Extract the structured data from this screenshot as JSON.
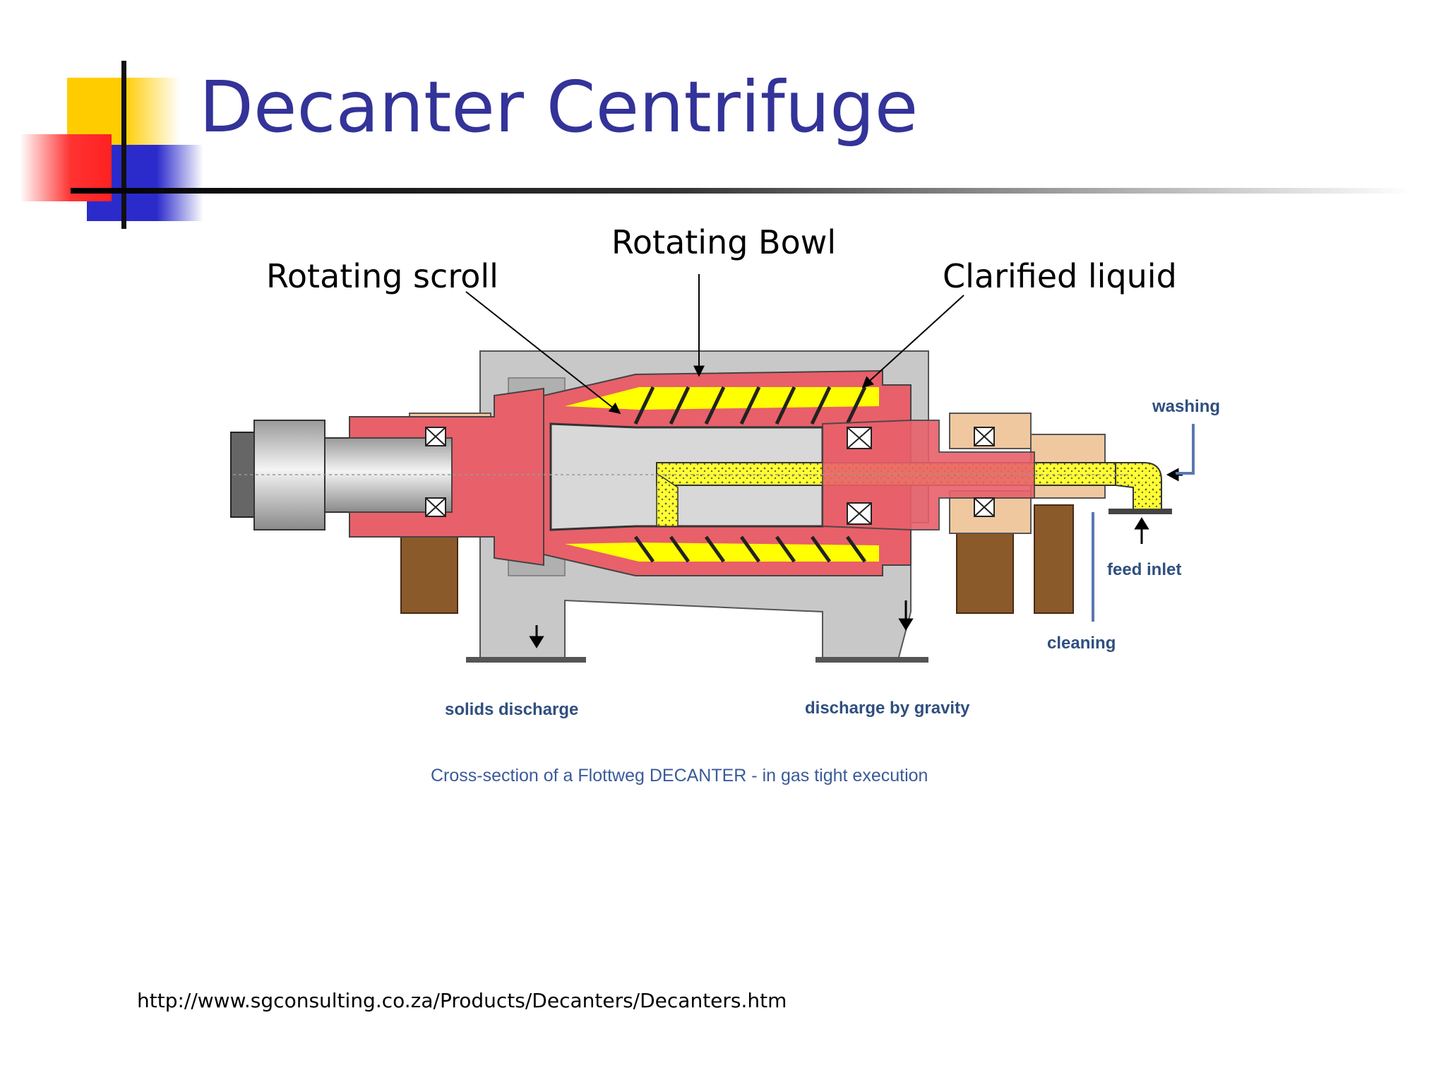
{
  "slide": {
    "title": "Decanter Centrifuge",
    "source_url": "http://www.sgconsulting.co.za/Products/Decanters/Decanters.htm"
  },
  "callouts": {
    "rotating_scroll": "Rotating scroll",
    "rotating_bowl": "Rotating Bowl",
    "clarified_liquid": "Clarified liquid"
  },
  "figure": {
    "labels": {
      "washing": "washing",
      "feed_inlet": "feed inlet",
      "cleaning": "cleaning",
      "solids_discharge": "solids discharge",
      "discharge_by_gravity": "discharge by gravity"
    },
    "caption": "Cross-section of a Flottweg DECANTER - in gas tight execution"
  },
  "colors": {
    "title": "#333399",
    "deco_yellow": "#ffcc00",
    "deco_red": "#ff3333",
    "deco_blue": "#2b2bcc",
    "housing_gray": "#c8c8c8",
    "bowl_red": "#e8606a",
    "bearing_tan": "#f0c8a0",
    "stand_brown": "#8b5a2b",
    "liquid_yellow": "#ffff00",
    "figure_label_blue": "#2f4f7f"
  }
}
